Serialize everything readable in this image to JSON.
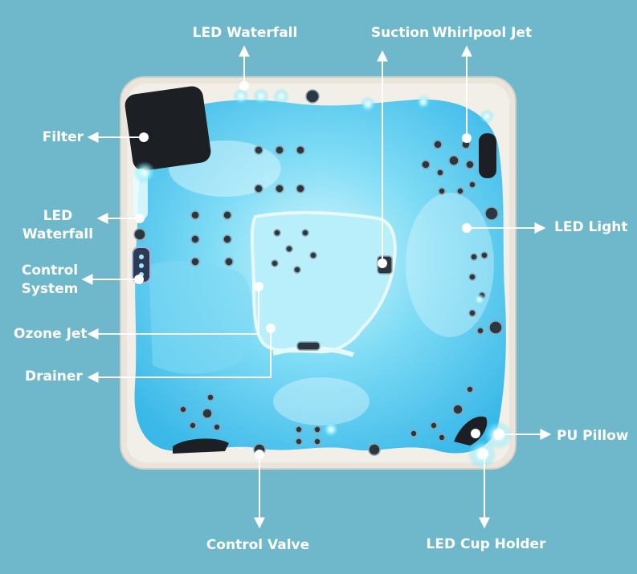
{
  "labels": {
    "led_waterfall_top": "LED Waterfall",
    "suction": "Suction",
    "whirlpool_jet": "Whirlpool Jet",
    "filter": "Filter",
    "led_waterfall_left_line1": "LED",
    "led_waterfall_left_line2": "Waterfall",
    "led_light": "LED Light",
    "control_system_line1": "Control",
    "control_system_line2": "System",
    "ozone_jet": "Ozone Jet",
    "drainer": "Drainer",
    "pu_pillow": "PU Pillow",
    "control_valve": "Control Valve",
    "led_cup_holder": "LED Cup Holder"
  },
  "colors": {
    "background": "#6fb8cc",
    "shell": "#eeebe3",
    "water": "#5ad0f2",
    "water_light": "#bff0fc",
    "jet": "#2a3740",
    "pillow": "#1c2024",
    "label_text": "#ffffff",
    "arrow": "#ffffff"
  },
  "icons": [
    "filter-icon",
    "pu-pillow-icon",
    "jet-icon",
    "led-light-icon"
  ]
}
